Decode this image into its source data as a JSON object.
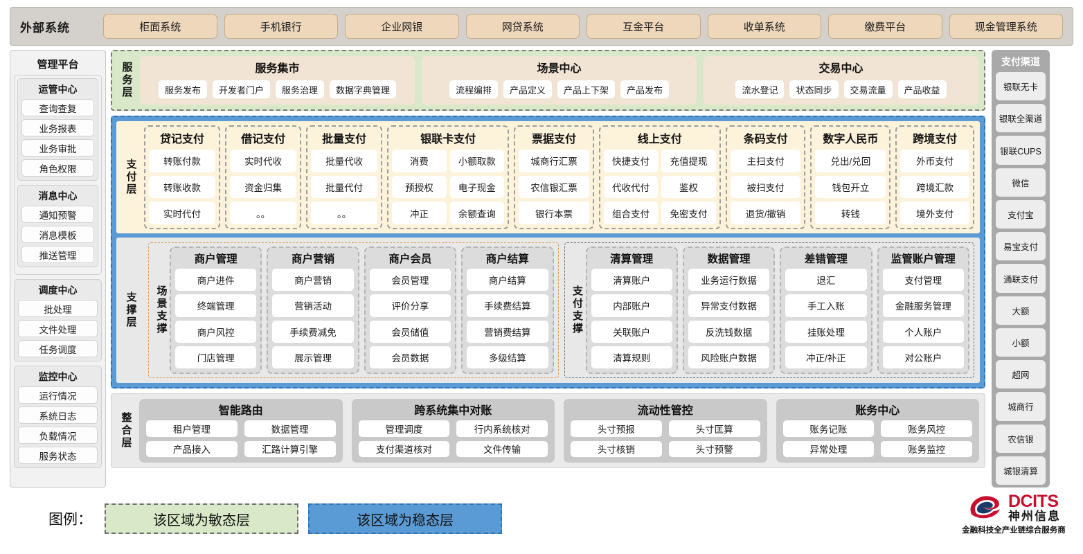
{
  "external": {
    "title": "外部系统",
    "items": [
      "柜面系统",
      "手机银行",
      "企业网银",
      "网贷系统",
      "互金平台",
      "收单系统",
      "缴费平台",
      "现金管理系统"
    ]
  },
  "admin": {
    "title": "管理平台",
    "groups": [
      {
        "title": "运管中心",
        "items": [
          "查询查复",
          "业务报表",
          "业务审批",
          "角色权限"
        ]
      },
      {
        "title": "消息中心",
        "items": [
          "通知预警",
          "消息模板",
          "推送管理"
        ]
      },
      {
        "title": "调度中心",
        "items": [
          "批处理",
          "文件处理",
          "任务调度"
        ]
      },
      {
        "title": "监控中心",
        "items": [
          "运行情况",
          "系统日志",
          "负载情况",
          "服务状态"
        ]
      }
    ]
  },
  "service_layer": {
    "label": "服务层",
    "groups": [
      {
        "title": "服务集市",
        "items": [
          "服务发布",
          "开发者门户",
          "服务治理",
          "数据字典管理"
        ]
      },
      {
        "title": "场景中心",
        "items": [
          "流程编排",
          "产品定义",
          "产品上下架",
          "产品发布"
        ]
      },
      {
        "title": "交易中心",
        "items": [
          "流水登记",
          "状态同步",
          "交易流量",
          "产品收益"
        ]
      }
    ]
  },
  "payment_layer": {
    "label": "支付层",
    "columns": [
      {
        "title": "贷记支付",
        "cols": 1,
        "items": [
          "转账付款",
          "转账收款",
          "实时代付"
        ]
      },
      {
        "title": "借记支付",
        "cols": 1,
        "items": [
          "实时代收",
          "资金归集",
          "。。"
        ]
      },
      {
        "title": "批量支付",
        "cols": 1,
        "items": [
          "批量代收",
          "批量代付",
          "。。"
        ]
      },
      {
        "title": "银联卡支付",
        "cols": 2,
        "items": [
          "消费",
          "小额取款",
          "预授权",
          "电子现金",
          "冲正",
          "余额查询"
        ]
      },
      {
        "title": "票据支付",
        "cols": 1,
        "items": [
          "城商行汇票",
          "农信银汇票",
          "银行本票"
        ]
      },
      {
        "title": "线上支付",
        "cols": 2,
        "items": [
          "快捷支付",
          "充值提现",
          "代收代付",
          "鉴权",
          "组合支付",
          "免密支付"
        ]
      },
      {
        "title": "条码支付",
        "cols": 1,
        "items": [
          "主扫支付",
          "被扫支付",
          "退货/撤销"
        ]
      },
      {
        "title": "数字人民币",
        "cols": 1,
        "items": [
          "兑出/兑回",
          "钱包开立",
          "转钱"
        ]
      },
      {
        "title": "跨境支付",
        "cols": 1,
        "items": [
          "外币支付",
          "跨境汇款",
          "境外支付"
        ]
      }
    ]
  },
  "support_layer": {
    "label": "支撑层",
    "scene": {
      "label": "场景支撑",
      "columns": [
        {
          "title": "商户管理",
          "items": [
            "商户进件",
            "终端管理",
            "商户风控",
            "门店管理"
          ]
        },
        {
          "title": "商户营销",
          "items": [
            "商户营销",
            "营销活动",
            "手续费减免",
            "展示管理"
          ]
        },
        {
          "title": "商户会员",
          "items": [
            "会员管理",
            "评价分享",
            "会员储值",
            "会员数据"
          ]
        },
        {
          "title": "商户结算",
          "items": [
            "商户结算",
            "手续费结算",
            "营销费结算",
            "多级结算"
          ]
        }
      ]
    },
    "payment_support": {
      "label": "支付支撑",
      "columns": [
        {
          "title": "清算管理",
          "items": [
            "清算账户",
            "内部账户",
            "关联账户",
            "清算规则"
          ]
        },
        {
          "title": "数据管理",
          "items": [
            "业务运行数据",
            "异常支付数据",
            "反洗钱数据",
            "风险账户数据"
          ]
        },
        {
          "title": "差错管理",
          "items": [
            "退汇",
            "手工入账",
            "挂账处理",
            "冲正/补正"
          ]
        },
        {
          "title": "监管账户管理",
          "items": [
            "支付管理",
            "金融服务管理",
            "个人账户",
            "对公账户"
          ]
        }
      ]
    }
  },
  "integration_layer": {
    "label": "整合层",
    "groups": [
      {
        "title": "智能路由",
        "items": [
          "租户管理",
          "数据管理",
          "产品接入",
          "汇路计算引擎"
        ]
      },
      {
        "title": "跨系统集中对账",
        "items": [
          "管理调度",
          "行内系统核对",
          "支付渠道核对",
          "文件传输"
        ]
      },
      {
        "title": "流动性管控",
        "items": [
          "头寸预报",
          "头寸匡算",
          "头寸核销",
          "头寸预警"
        ]
      },
      {
        "title": "账务中心",
        "items": [
          "账务记账",
          "账务风控",
          "异常处理",
          "账务监控"
        ]
      }
    ]
  },
  "channels": {
    "title": "支付渠道",
    "items": [
      "银联无卡",
      "银联全渠道",
      "银联CUPS",
      "微信",
      "支付宝",
      "易宝支付",
      "通联支付",
      "大额",
      "小额",
      "超网",
      "城商行",
      "农信银",
      "城银清算"
    ]
  },
  "legend": {
    "label": "图例：",
    "agile": "该区域为敏态层",
    "stable": "该区域为稳态层"
  },
  "logo": {
    "en": "DCITS",
    "cn": "神州信息",
    "tagline": "金融科技全产业链综合服务商"
  },
  "colors": {
    "agile_green": "#d8e8c8",
    "stable_blue": "#5b9bd5",
    "payment_yellow": "#fdf2da",
    "external_chip": "#eed7bb",
    "brand_red": "#c8102e"
  }
}
